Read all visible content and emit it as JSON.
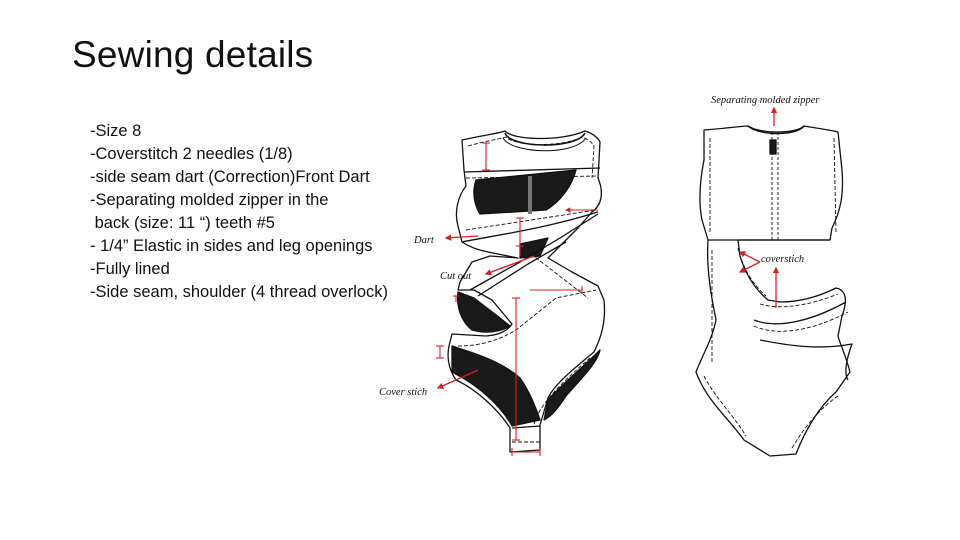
{
  "title": "Sewing details",
  "details": [
    "-Size 8",
    "-Coverstitch 2 needles (1/8)",
    "-side seam dart (Correction)Front Dart",
    "-Separating molded zipper in the",
    " back (size: 11 “) teeth #5",
    "- 1/4” Elastic in sides and leg openings",
    "-Fully lined",
    "-Side seam, shoulder (4 thread overlock)"
  ],
  "annotations": {
    "dart": "Dart",
    "cut_out": "Cut out",
    "cover_stich": "Cover stich",
    "separating_zipper": "Separating molded zipper",
    "coverstich": "coverstich"
  },
  "colors": {
    "arrow": "#d42020",
    "ink": "#111111",
    "panel": "#1a1a1a"
  }
}
